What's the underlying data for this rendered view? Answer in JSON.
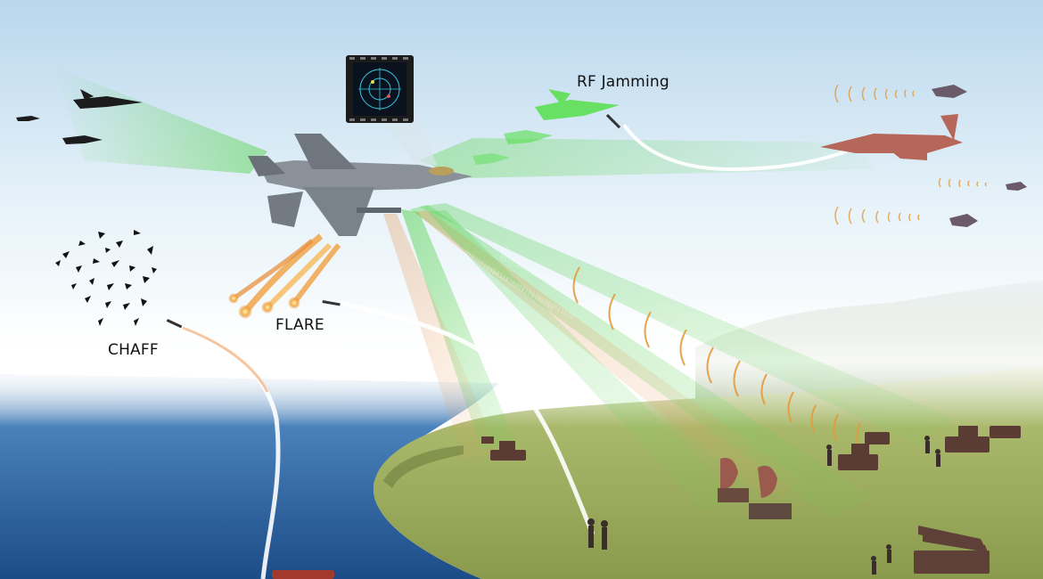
{
  "labels": {
    "rf_jamming": "RF Jamming",
    "flare": "FLARE",
    "chaff": "CHAFF"
  },
  "colors": {
    "sky_top": "#bcd9ee",
    "sky_mid": "#e8f3f9",
    "haze": "#ffffff",
    "sea": "#2a62a3",
    "sea_deep": "#1a4a86",
    "grass": "#9fae62",
    "grass_dark": "#7c8d44",
    "beam_green": "#5fd35a",
    "jam_green": "#56e04a",
    "arc_orange": "#e59a3a",
    "jet_grey": "#7f868d",
    "enemy_red": "#b7665a",
    "flare_orange": "#f0a040",
    "text": "#111111"
  },
  "icons": [
    "stealth-fighter-icon",
    "mfd-radar-display-icon",
    "enemy-jet-icon",
    "missile-icon",
    "chaff-cloud-icon",
    "flare-icon",
    "radar-dish-icon",
    "tank-icon",
    "rocket-launcher-icon",
    "soldier-icon"
  ]
}
